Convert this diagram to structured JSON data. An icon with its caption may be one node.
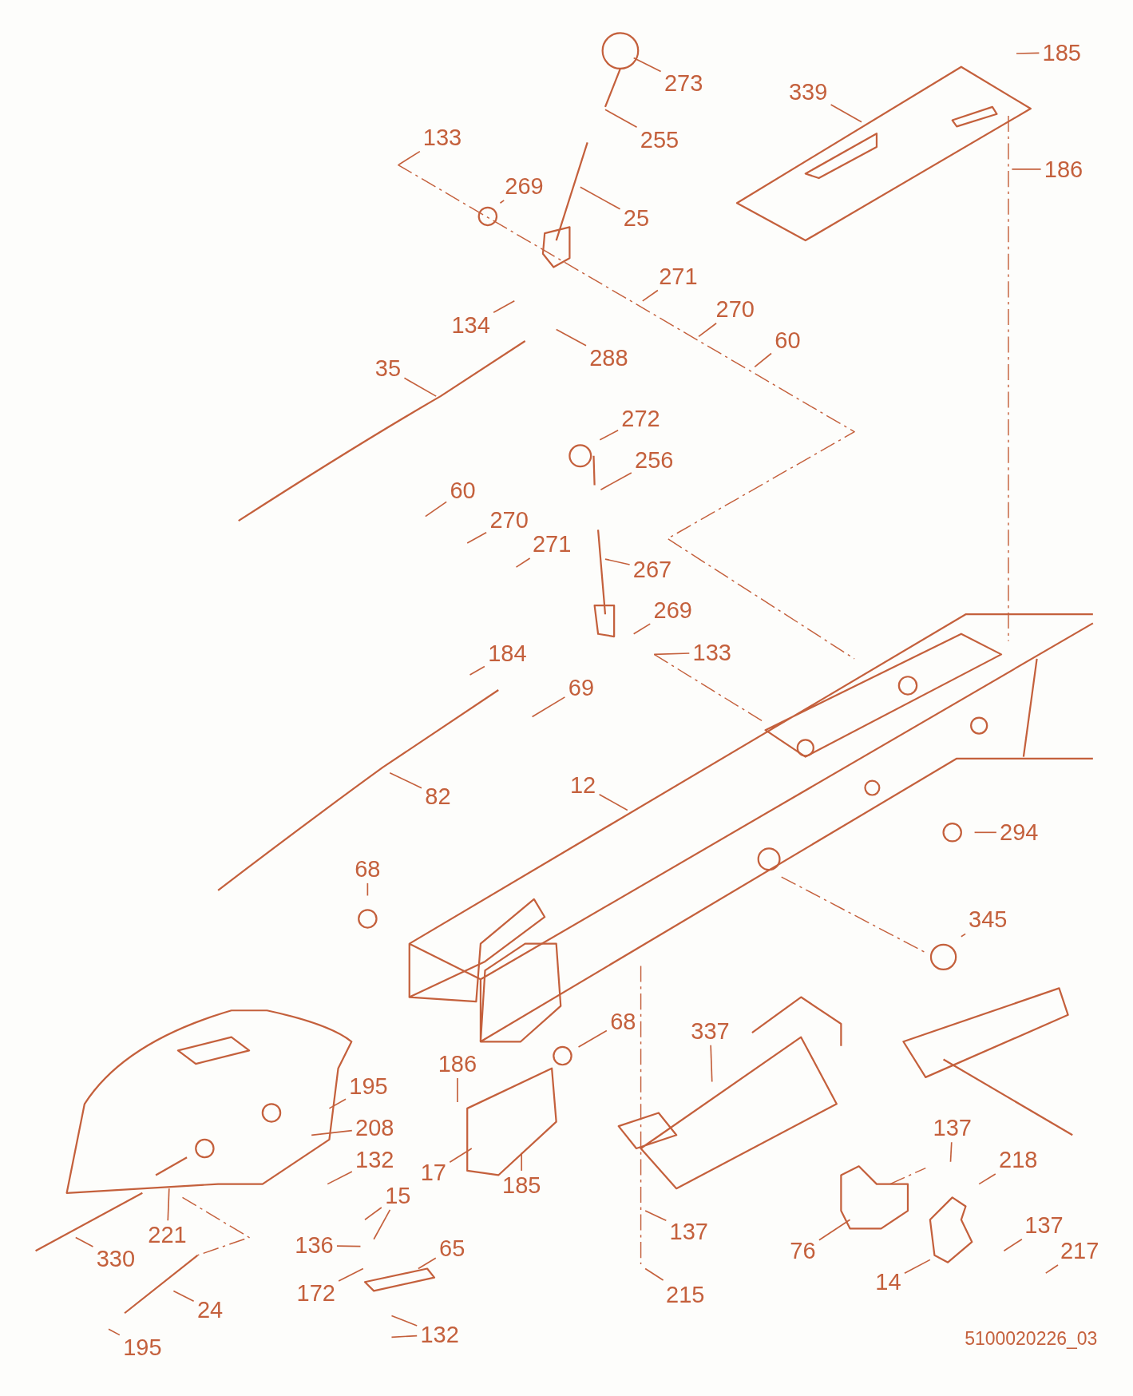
{
  "diagram": {
    "nodes": [
      {
        "text": [
          "273"
        ]
      },
      {
        "text": [
          "185"
        ]
      },
      {
        "text": [
          "339"
        ]
      },
      {
        "text": [
          "133"
        ]
      },
      {
        "text": [
          "255"
        ]
      },
      {
        "text": [
          "186"
        ]
      },
      {
        "text": [
          "269"
        ]
      },
      {
        "text": [
          "25"
        ]
      },
      {
        "text": [
          "271"
        ]
      },
      {
        "text": [
          "270"
        ]
      },
      {
        "text": [
          "134"
        ]
      },
      {
        "text": [
          "60"
        ]
      },
      {
        "text": [
          "288"
        ]
      },
      {
        "text": [
          "35"
        ]
      },
      {
        "text": [
          "272"
        ]
      },
      {
        "text": [
          "256"
        ]
      },
      {
        "text": [
          "60"
        ]
      },
      {
        "text": [
          "270"
        ]
      },
      {
        "text": [
          "271"
        ]
      },
      {
        "text": [
          "267"
        ]
      },
      {
        "text": [
          "269"
        ]
      },
      {
        "text": [
          "184"
        ]
      },
      {
        "text": [
          "133"
        ]
      },
      {
        "text": [
          "69"
        ]
      },
      {
        "text": [
          "82"
        ]
      },
      {
        "text": [
          "12"
        ]
      },
      {
        "text": [
          "294"
        ]
      },
      {
        "text": [
          "68"
        ]
      },
      {
        "text": [
          "345"
        ]
      },
      {
        "text": [
          "68"
        ]
      },
      {
        "text": [
          "337"
        ]
      },
      {
        "text": [
          "186"
        ]
      },
      {
        "text": [
          "195"
        ]
      },
      {
        "text": [
          "208"
        ]
      },
      {
        "text": [
          "132"
        ]
      },
      {
        "text": [
          "17"
        ]
      },
      {
        "text": [
          "185"
        ]
      },
      {
        "text": [
          "15"
        ]
      },
      {
        "text": [
          "221"
        ]
      },
      {
        "text": [
          "136"
        ]
      },
      {
        "text": [
          "65"
        ]
      },
      {
        "text": [
          "330"
        ]
      },
      {
        "text": [
          "172"
        ]
      },
      {
        "text": [
          "24"
        ]
      },
      {
        "text": [
          "195"
        ]
      },
      {
        "text": [
          "132"
        ]
      },
      {
        "text": [
          "137"
        ]
      },
      {
        "text": [
          "218"
        ]
      },
      {
        "text": [
          "137"
        ]
      },
      {
        "text": [
          "76"
        ]
      },
      {
        "text": [
          "137"
        ]
      },
      {
        "text": [
          "217"
        ]
      },
      {
        "text": [
          "14"
        ]
      },
      {
        "text": [
          "215"
        ]
      }
    ],
    "edges": [
      {
        "from": 0,
        "to": null,
        "arrow": "none"
      },
      {
        "from": 1,
        "to": null,
        "arrow": "none"
      },
      {
        "from": 2,
        "to": null,
        "arrow": "none"
      },
      {
        "from": 3,
        "to": null,
        "arrow": "none"
      },
      {
        "from": 4,
        "to": null,
        "arrow": "none"
      },
      {
        "from": 5,
        "to": null,
        "arrow": "none"
      },
      {
        "from": 6,
        "to": null,
        "arrow": "none"
      },
      {
        "from": 7,
        "to": null,
        "arrow": "none"
      },
      {
        "from": 8,
        "to": null,
        "arrow": "none"
      },
      {
        "from": 9,
        "to": null,
        "arrow": "none"
      },
      {
        "from": 10,
        "to": null,
        "arrow": "none"
      },
      {
        "from": 11,
        "to": null,
        "arrow": "none"
      },
      {
        "from": 12,
        "to": null,
        "arrow": "none"
      },
      {
        "from": 13,
        "to": null,
        "arrow": "none"
      },
      {
        "from": 14,
        "to": null,
        "arrow": "none"
      },
      {
        "from": 15,
        "to": null,
        "arrow": "none"
      },
      {
        "from": 16,
        "to": null,
        "arrow": "none"
      },
      {
        "from": 17,
        "to": null,
        "arrow": "none"
      },
      {
        "from": 18,
        "to": null,
        "arrow": "none"
      },
      {
        "from": 19,
        "to": null,
        "arrow": "none"
      },
      {
        "from": 20,
        "to": null,
        "arrow": "none"
      },
      {
        "from": 21,
        "to": null,
        "arrow": "none"
      },
      {
        "from": 22,
        "to": null,
        "arrow": "none"
      },
      {
        "from": 23,
        "to": null,
        "arrow": "none"
      },
      {
        "from": 24,
        "to": null,
        "arrow": "none"
      },
      {
        "from": 25,
        "to": null,
        "arrow": "none"
      },
      {
        "from": 26,
        "to": null,
        "arrow": "none"
      },
      {
        "from": 27,
        "to": null,
        "arrow": "none"
      },
      {
        "from": 28,
        "to": null,
        "arrow": "none"
      },
      {
        "from": 29,
        "to": null,
        "arrow": "none"
      },
      {
        "from": 30,
        "to": null,
        "arrow": "none"
      },
      {
        "from": 31,
        "to": null,
        "arrow": "none"
      },
      {
        "from": 32,
        "to": null,
        "arrow": "none"
      },
      {
        "from": 33,
        "to": null,
        "arrow": "none"
      },
      {
        "from": 34,
        "to": null,
        "arrow": "none"
      },
      {
        "from": 35,
        "to": null,
        "arrow": "none"
      },
      {
        "from": 36,
        "to": null,
        "arrow": "none"
      },
      {
        "from": 37,
        "to": null,
        "arrow": "none"
      },
      {
        "from": 37,
        "to": null,
        "arrow": "none"
      },
      {
        "from": 38,
        "to": null,
        "arrow": "none"
      },
      {
        "from": 39,
        "to": null,
        "arrow": "none"
      },
      {
        "from": 40,
        "to": null,
        "arrow": "none"
      },
      {
        "from": 41,
        "to": null,
        "arrow": "none"
      },
      {
        "from": 42,
        "to": null,
        "arrow": "none"
      },
      {
        "from": 43,
        "to": null,
        "arrow": "none"
      },
      {
        "from": 44,
        "to": null,
        "arrow": "none"
      },
      {
        "from": 45,
        "to": null,
        "arrow": "none"
      },
      {
        "from": 45,
        "to": null,
        "arrow": "none"
      },
      {
        "from": 46,
        "to": null,
        "arrow": "none"
      },
      {
        "from": 47,
        "to": null,
        "arrow": "none"
      },
      {
        "from": 48,
        "to": null,
        "arrow": "none"
      },
      {
        "from": 49,
        "to": null,
        "arrow": "none"
      },
      {
        "from": 50,
        "to": null,
        "arrow": "none"
      },
      {
        "from": 51,
        "to": null,
        "arrow": "none"
      },
      {
        "from": 52,
        "to": null,
        "arrow": "none"
      },
      {
        "from": 53,
        "to": null,
        "arrow": "none"
      }
    ],
    "labels": [
      "5100020226_03"
    ]
  }
}
